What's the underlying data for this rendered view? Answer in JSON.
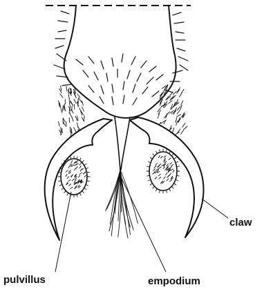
{
  "labels": {
    "claw": "claw",
    "pulvillus": "pulvillus",
    "empodium": "empodium"
  },
  "colors": {
    "ink": "#111111",
    "background": "#ffffff"
  }
}
